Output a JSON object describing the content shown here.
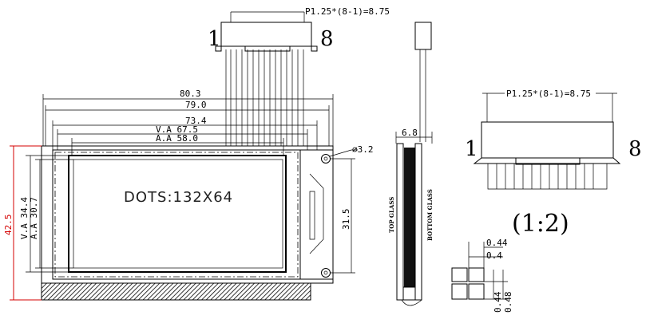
{
  "connector_top": {
    "pitch_label": "P1.25*(8-1)=8.75",
    "pin_left": "1",
    "pin_right": "8"
  },
  "front_view": {
    "dim_overall_width": "80.3",
    "dim_pcb_width": "79.0",
    "dim_frame_width": "73.4",
    "dim_va_width": "V.A 67.5",
    "dim_aa_width": "A.A 58.0",
    "dim_overall_height": "42.5",
    "dim_va_height": "V.A 34.4",
    "dim_aa_height": "A.A 30.7",
    "dim_hole_spacing": "31.5",
    "dim_hole_dia": "⌀3.2",
    "dots_label": "DOTS:132X64"
  },
  "side_view": {
    "dim_thickness": "6.8",
    "label_top_glass": "TOP GLASS",
    "label_bottom_glass": "BOTTOM GLASS"
  },
  "connector_detail": {
    "pitch_label": "P1.25*(8-1)=8.75",
    "pin_left": "1",
    "pin_right": "8",
    "scale_label": "(1:2)"
  },
  "pixel_detail": {
    "dim_a": "0.44",
    "dim_b": "0.4",
    "dim_c": "0.44",
    "dim_d": "0.48"
  }
}
